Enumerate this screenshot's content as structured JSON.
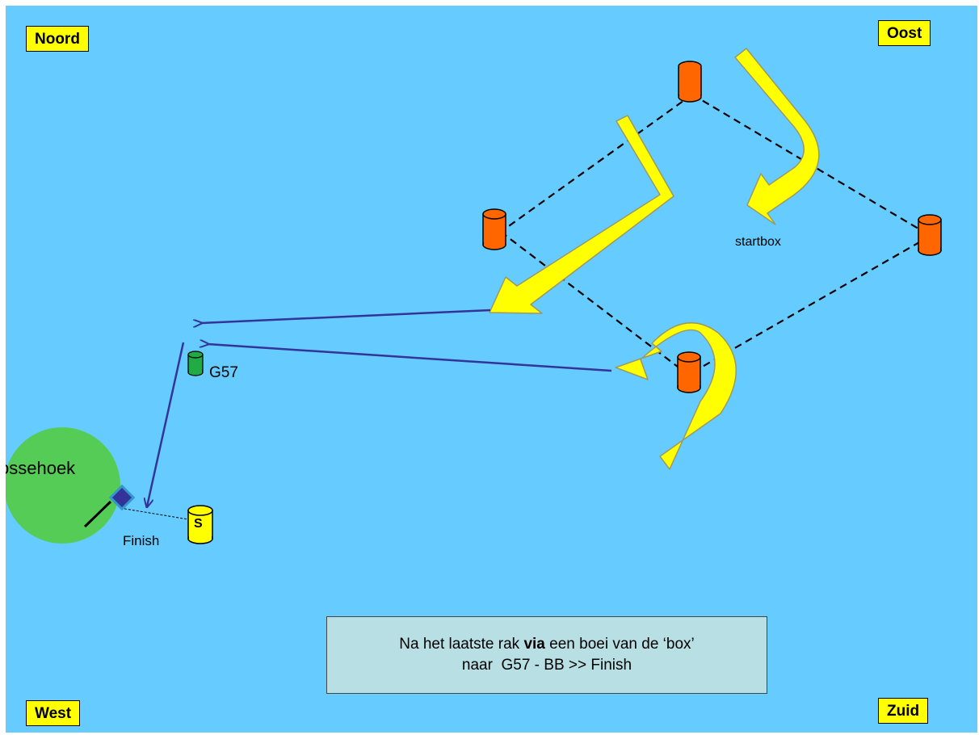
{
  "compass": {
    "north": "Noord",
    "east": "Oost",
    "west": "West",
    "south": "Zuid"
  },
  "places": {
    "harbour": "ossehoek"
  },
  "marks": {
    "g57": "G57",
    "start_buoy": "S",
    "startbox": "startbox",
    "finish": "Finish"
  },
  "note": {
    "line1_before": "Na het laatste rak ",
    "line1_bold": "via",
    "line1_after": " een boei van de ‘box’",
    "line2": "naar  G57 - BB >> Finish"
  },
  "colors": {
    "water": "#66ccff",
    "box_buoy": "#ff6600",
    "g57_buoy": "#22aa44",
    "start_buoy": "#ffff00",
    "arrow_fill": "#ffff00",
    "course_line": "#333399",
    "land": "#55cc55"
  }
}
